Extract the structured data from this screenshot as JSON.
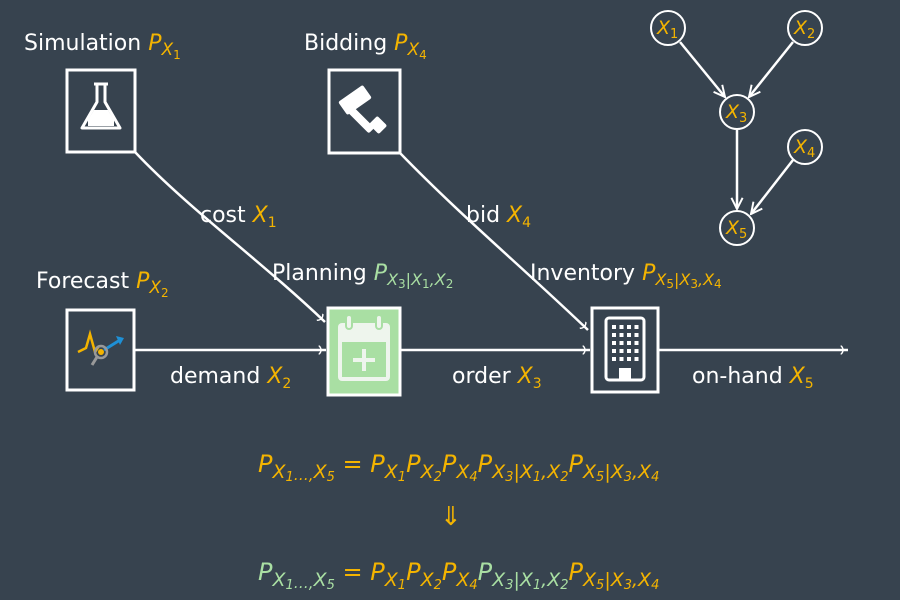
{
  "colors": {
    "background": "#37434f",
    "yellow": "#f4b400",
    "green": "#a9dfa3",
    "white": "#ffffff"
  },
  "nodes": {
    "simulation": {
      "label": "Simulation",
      "var": "P",
      "sub": "X",
      "subsub": "1",
      "icon": "flask-icon"
    },
    "bidding": {
      "label": "Bidding",
      "var": "P",
      "sub": "X",
      "subsub": "4",
      "icon": "gavel-icon"
    },
    "forecast": {
      "label": "Forecast",
      "var": "P",
      "sub": "X",
      "subsub": "2",
      "icon": "forecast-chart-icon"
    },
    "planning": {
      "label": "Planning",
      "var": "P",
      "sub": "X",
      "subsub": "3",
      "cond": "|X",
      "c1": "1",
      ",": ",",
      "c2var": "X",
      "c2": "2",
      "icon": "calendar-plus-icon"
    },
    "inventory": {
      "label": "Inventory",
      "var": "P",
      "sub": "X",
      "subsub": "5",
      "cond": "|X",
      "c1": "3",
      "c2var": "X",
      "c2": "4",
      "icon": "building-icon"
    }
  },
  "edges": {
    "cost": {
      "label": "cost",
      "var": "X",
      "sub": "1"
    },
    "bid": {
      "label": "bid",
      "var": "X",
      "sub": "4"
    },
    "demand": {
      "label": "demand",
      "var": "X",
      "sub": "2"
    },
    "order": {
      "label": "order",
      "var": "X",
      "sub": "3"
    },
    "onhand": {
      "label": "on-hand",
      "var": "X",
      "sub": "5"
    }
  },
  "dag": {
    "nodes": [
      {
        "v": "X",
        "s": "1"
      },
      {
        "v": "X",
        "s": "2"
      },
      {
        "v": "X",
        "s": "3"
      },
      {
        "v": "X",
        "s": "4"
      },
      {
        "v": "X",
        "s": "5"
      }
    ]
  },
  "formula": {
    "lhs": "P",
    "lhs_sub": "X",
    "lhs_s1": "1",
    "lhs_dots": "…,",
    "lhs_s2var": "X",
    "lhs_s2": "5",
    "eq": "=",
    "f1": "P",
    "f1s": "X",
    "f1ss": "1",
    "f2": "P",
    "f2s": "X",
    "f2ss": "2",
    "f3": "P",
    "f3s": "X",
    "f3ss": "4",
    "f4": "P",
    "f4s": "X",
    "f4ss": "3",
    "f4c": "|X",
    "f4c1": "1",
    "f4comma": ",X",
    "f4c2": "2",
    "f5": "P",
    "f5s": "X",
    "f5ss": "5",
    "f5c": "|X",
    "f5c1": "3",
    "f5comma": ",X",
    "f5c2": "4",
    "arrow": "⇓"
  }
}
